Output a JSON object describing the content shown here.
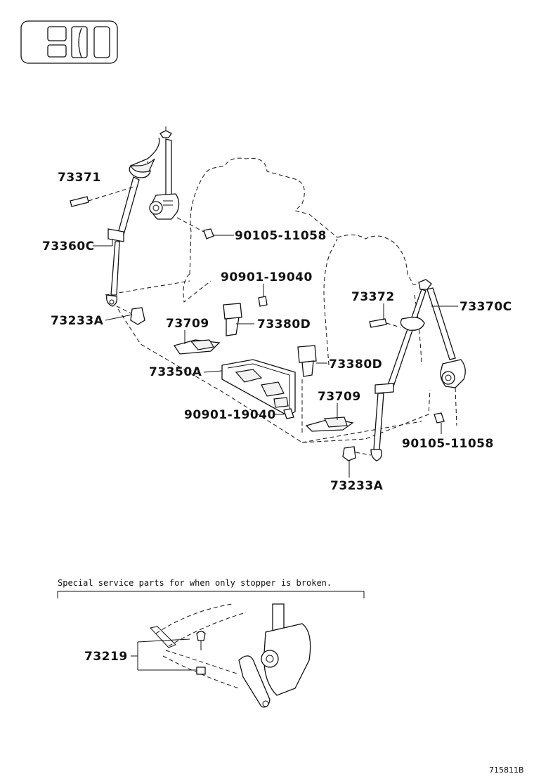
{
  "callouts": {
    "c73371": "73371",
    "c73360C": "73360C",
    "c73233A_left": "73233A",
    "c90105_top": "90105-11058",
    "c90901_top": "90901-19040",
    "c73709_left": "73709",
    "c73380D_left": "73380D",
    "c73350A": "73350A",
    "c90901_bottom": "90901-19040",
    "c73372": "73372",
    "c73370C": "73370C",
    "c73380D_right": "73380D",
    "c73709_right": "73709",
    "c90105_bottom": "90105-11058",
    "c73233A_right": "73233A",
    "c73219": "73219"
  },
  "note": "Special service parts for when only stopper is broken.",
  "figure_id": "715811B"
}
